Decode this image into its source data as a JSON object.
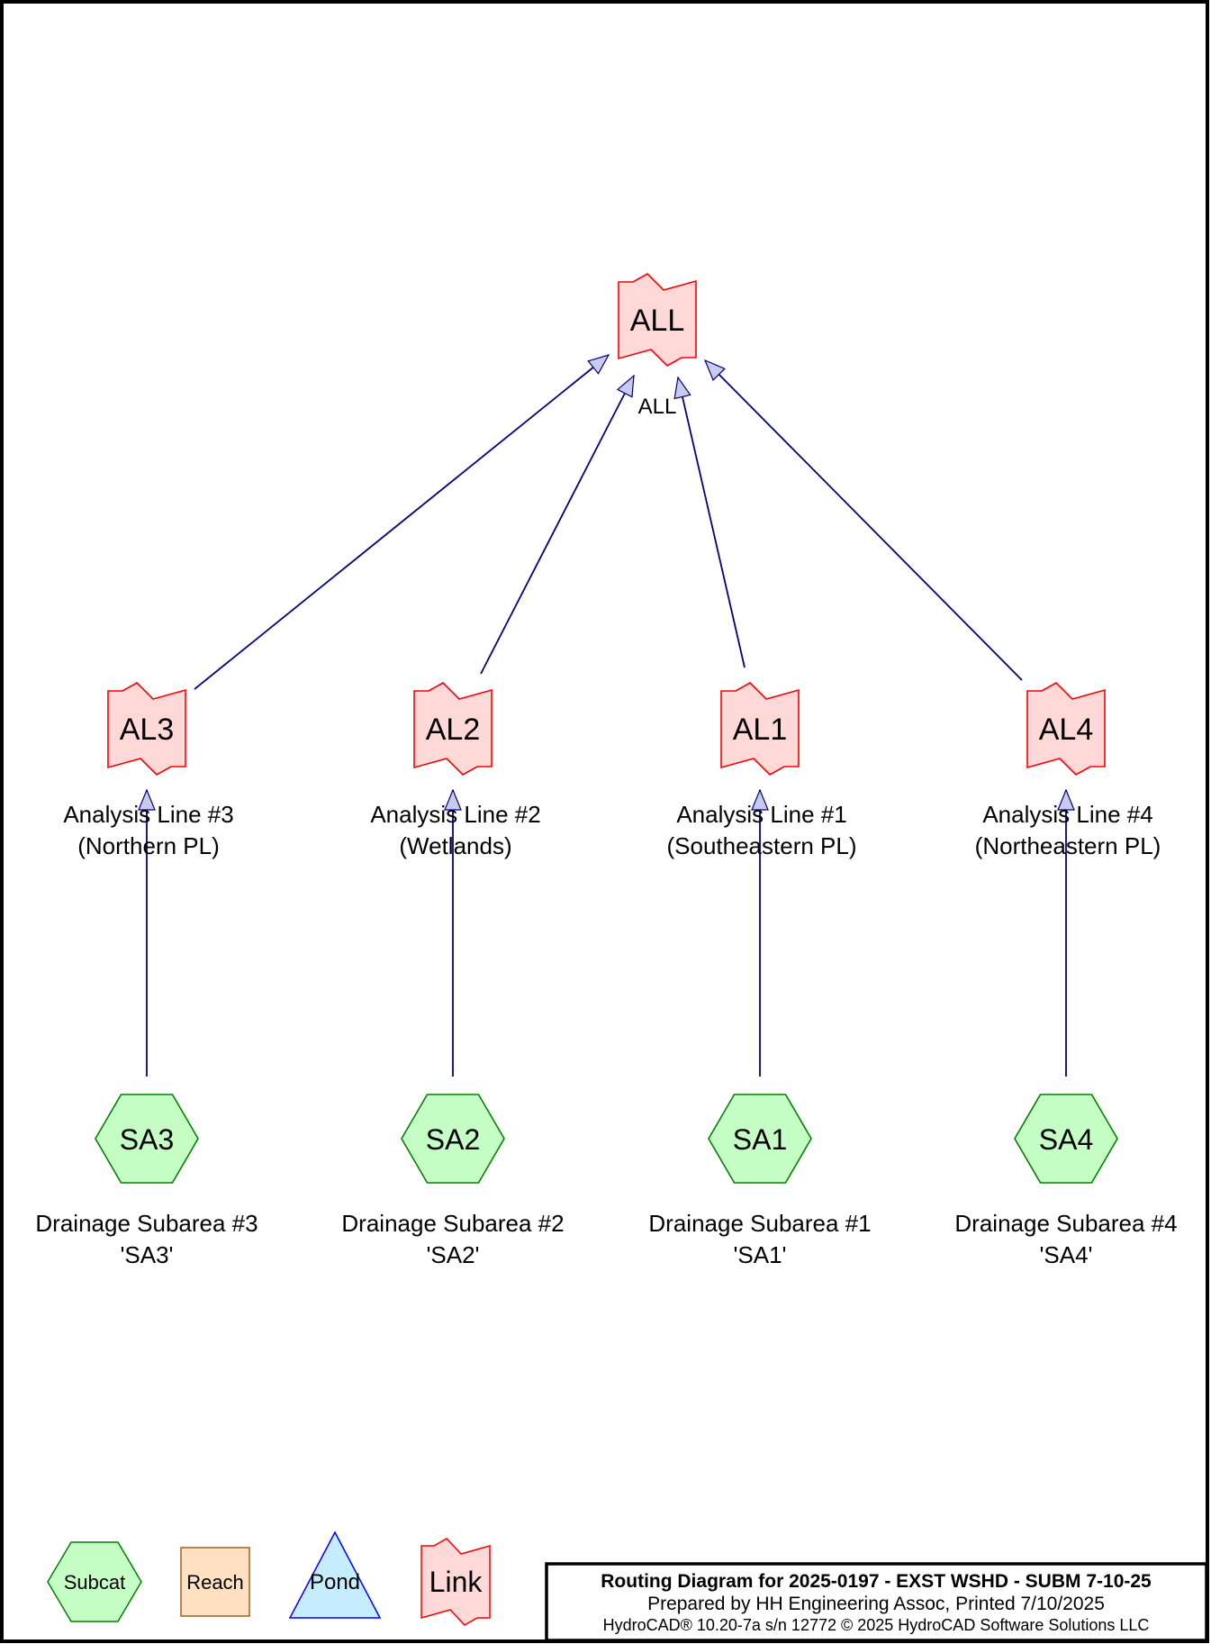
{
  "diagram": {
    "target": {
      "id": "ALL",
      "label": "ALL"
    },
    "analysis_lines": [
      {
        "id": "AL3",
        "line1": "Analysis Line #3",
        "line2": "(Northern PL)"
      },
      {
        "id": "AL2",
        "line1": "Analysis Line #2",
        "line2": "(Wetlands)"
      },
      {
        "id": "AL1",
        "line1": "Analysis Line #1",
        "line2": "(Southeastern PL)"
      },
      {
        "id": "AL4",
        "line1": "Analysis Line #4",
        "line2": "(Northeastern PL)"
      }
    ],
    "subareas": [
      {
        "id": "SA3",
        "line1": "Drainage Subarea #3",
        "line2": "'SA3'"
      },
      {
        "id": "SA2",
        "line1": "Drainage Subarea #2",
        "line2": "'SA2'"
      },
      {
        "id": "SA1",
        "line1": "Drainage Subarea #1",
        "line2": "'SA1'"
      },
      {
        "id": "SA4",
        "line1": "Drainage Subarea #4",
        "line2": "'SA4'"
      }
    ],
    "links": [
      {
        "from": "SA3",
        "to": "AL3"
      },
      {
        "from": "SA2",
        "to": "AL2"
      },
      {
        "from": "SA1",
        "to": "AL1"
      },
      {
        "from": "SA4",
        "to": "AL4"
      },
      {
        "from": "AL3",
        "to": "ALL"
      },
      {
        "from": "AL2",
        "to": "ALL"
      },
      {
        "from": "AL1",
        "to": "ALL"
      },
      {
        "from": "AL4",
        "to": "ALL"
      }
    ]
  },
  "legend": {
    "subcat": "Subcat",
    "reach": "Reach",
    "pond": "Pond",
    "link": "Link"
  },
  "colors": {
    "subcat_fill": "#c6ffc6",
    "subcat_stroke": "#008000",
    "reach_fill": "#ffe0c0",
    "reach_stroke": "#a06020",
    "pond_fill": "#c6ecff",
    "pond_stroke": "#0000ff",
    "link_fill": "#ffd8d8",
    "link_stroke": "#ff0000",
    "arrow_stroke": "#000080"
  },
  "title_block": {
    "title": "Routing Diagram for 2025-0197 - EXST WSHD - SUBM 7-10-25",
    "prepared": "Prepared by HH Engineering Assoc,  Printed 7/10/2025",
    "software": "HydroCAD® 10.20-7a  s/n 12772  © 2025 HydroCAD Software Solutions LLC"
  }
}
